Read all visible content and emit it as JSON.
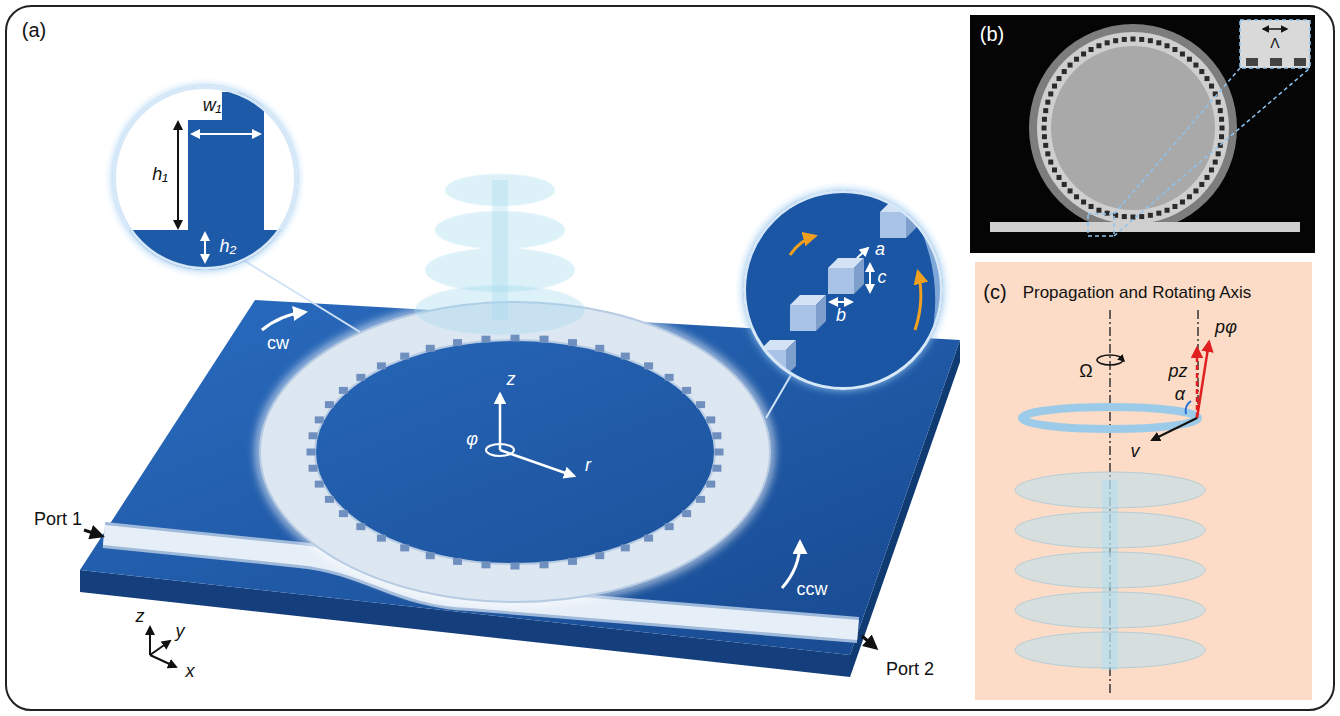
{
  "diagram": {
    "nodes": [
      {
        "text": [
          "(a)"
        ]
      },
      {
        "text": [
          "w₁",
          "h₁",
          "h₂"
        ],
        "in": 0
      },
      {
        "text": [
          "a",
          "b",
          "c"
        ],
        "in": 0
      },
      {
        "text": [
          "(b)",
          "Λ"
        ],
        "in": 0
      },
      {
        "text": [
          "(c)",
          "Propagation and Rotating Axis",
          "Ω",
          "pφ",
          "pz",
          "α",
          "v"
        ],
        "in": 0
      }
    ],
    "labels": [
      "Port 1",
      "cw",
      "z",
      "φ",
      "r",
      "ccw",
      "Port 2",
      "z",
      "y",
      "x"
    ]
  }
}
